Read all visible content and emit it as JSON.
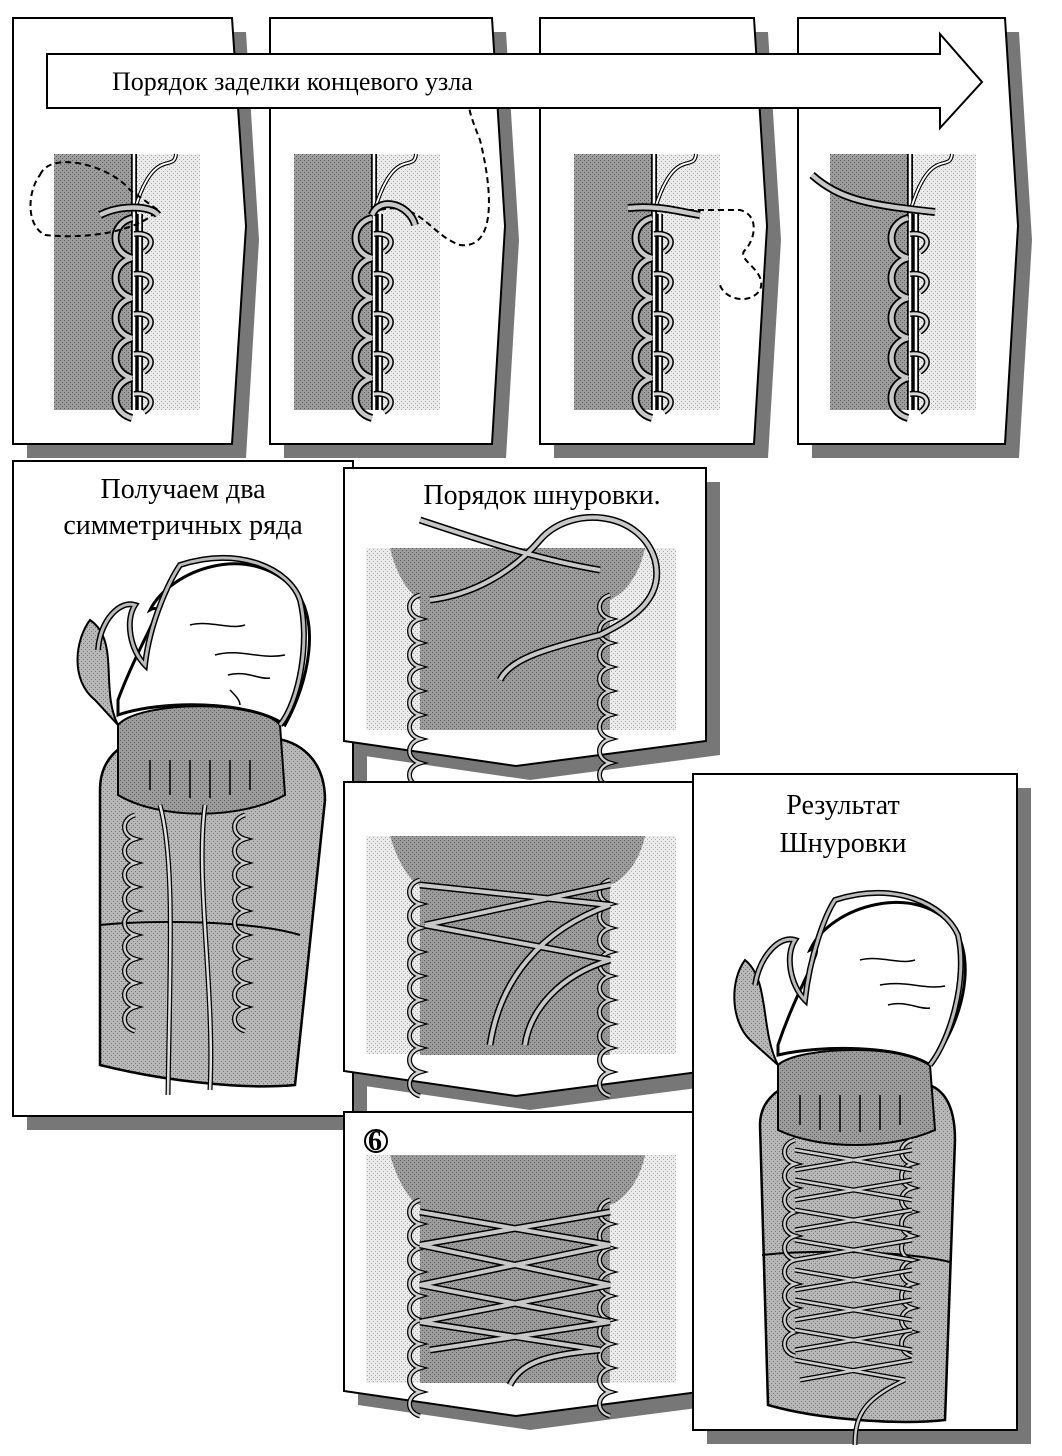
{
  "arrow_title": "Порядок заделки концевого узла",
  "panel_left_title_line1": "Получаем два",
  "panel_left_title_line2": "симметричных ряда",
  "panel_lacing_title": "Порядок шнуровки.",
  "panel_result_title_line1": "Результат",
  "panel_result_title_line2": "Шнуровки",
  "step_marker": "6",
  "colors": {
    "shadow": "#777777",
    "dark_fabric": "#9a9a9a",
    "light_fabric": "#e2e2e2",
    "glove": "#b4b4b4",
    "cord": "#c8c8c8"
  }
}
